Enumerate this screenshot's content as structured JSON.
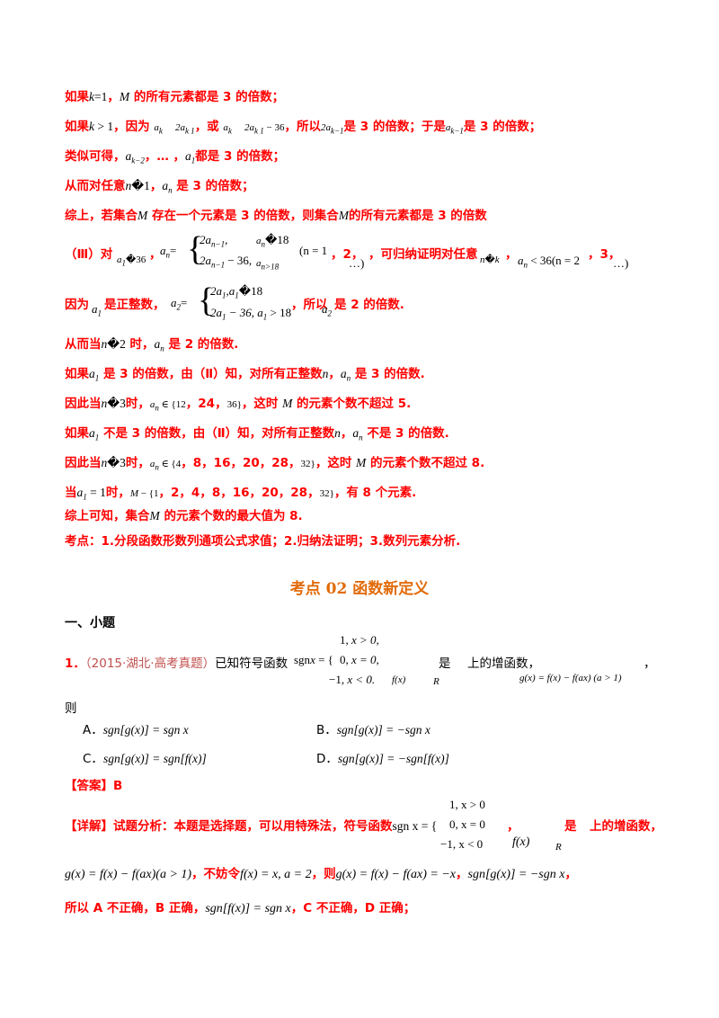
{
  "proof": {
    "l1": {
      "a": "如果",
      "m1": "k",
      "m2": "=1",
      "b": "，",
      "m3": "M",
      "c": " 的所有元素都是 3 的倍数；"
    },
    "l2": {
      "a": "如果",
      "m1": "k",
      "m2": " > 1",
      "b": "，因为",
      "m3": "a",
      "m3s": "k",
      "m4": "2a",
      "m4s": "k 1",
      "c": "，或",
      "m5": "a",
      "m5s": "k",
      "m6": "2a",
      "m6s": "k 1",
      "m6b": " − 36",
      "d": "，所以",
      "m7": "2a",
      "m7s": "k−1",
      "e": "是 3 的倍数；于是",
      "m8": "a",
      "m8s": "k−1",
      "f": "是 3 的倍数；"
    },
    "l3": {
      "a": "类似可得，",
      "m1": "a",
      "m1s": "k−2",
      "b": "，… ，",
      "m2": "a",
      "m2s": "1",
      "c": "都是 3 的倍数；"
    },
    "l4": {
      "a": "从而对任意",
      "m1": "n",
      "m2": "�1",
      "b": "，",
      "m3": "a",
      "m3s": "n",
      "c": " 是 3 的倍数；"
    },
    "l5": {
      "a": "综上，若集合",
      "m1": "M",
      "b": " 存在一个元素是 3 的倍数，则集合",
      "m2": "M",
      "c": "的所有元素都是 3 的倍数"
    },
    "l6": {
      "a": "（Ⅲ）对",
      "m1": "a",
      "m1s": "1",
      "m1b": "�36",
      "b": "，",
      "m2": "a",
      "m2s": "n",
      "m3": "=",
      "r1a": "2a",
      "r1as": "n−1",
      "r1b": ",",
      "r1c": "a",
      "r1cs": "n",
      "r1d": "�18",
      "r2a": "2a",
      "r2as": "n−1",
      "r2b": " − 36,",
      "r2c": "a",
      "r2cs": "n>18",
      "m4": "(n = 1",
      "c": "，2，",
      "d": "…)",
      "e": "，可归纳证明对任意",
      "m5": "n",
      "m5b": "�",
      "m5c": "k",
      "f": "，",
      "m6": "a",
      "m6s": "n",
      "m6b": " < 36(n = 2",
      "g": "，3，",
      "h": "…)"
    },
    "l7": {
      "a": "因为",
      "m1": "a",
      "m1s": "1",
      "b": " 是正整数，",
      "m2": "a",
      "m2s": "2",
      "m3": "=",
      "r1": "2a",
      "r1s": "1",
      "r1b": ",a",
      "r1bs": "1",
      "r1c": "�18",
      "r2": "2a",
      "r2s": "1",
      "r2b": " − 36, a",
      "r2bs": "1",
      "r2c": " > 18",
      "c": "，所以",
      "m4": "a",
      "m4s": "2",
      "d": " 是 2 的倍数."
    },
    "l8": {
      "a": "从而当",
      "m1": "n",
      "m2": "�2",
      "b": " 时，",
      "m3": "a",
      "m3s": "n",
      "c": " 是 2 的倍数."
    },
    "l9": {
      "a": "如果",
      "m1": "a",
      "m1s": "1",
      "b": " 是 3 的倍数，由（Ⅱ）知，对所有正整数",
      "m2": "n",
      "c": "，",
      "m3": "a",
      "m3s": "n",
      "d": " 是 3 的倍数."
    },
    "l10": {
      "a": "因此当",
      "m1": "n",
      "m2": "�3",
      "b": "时，",
      "m3": "a",
      "m3s": "n",
      "m3b": " ∈ {12",
      "c": "，24，",
      "m4": "36}",
      "d": "，这时 ",
      "m5": "M",
      "e": " 的元素个数不超过 5."
    },
    "l11": {
      "a": "如果",
      "m1": "a",
      "m1s": "1",
      "b": " 不是 3 的倍数，由（Ⅱ）知，对所有正整数",
      "m2": "n",
      "c": "，",
      "m3": "a",
      "m3s": "n",
      "d": " 不是 3 的倍数."
    },
    "l12": {
      "a": "因此当",
      "m1": "n",
      "m2": "�3",
      "b": "时，",
      "m3": "a",
      "m3s": "n",
      "m3b": " ∈ {4",
      "c": "，8，16，20，28，",
      "m4": "32}",
      "d": "，这时 ",
      "m5": "M",
      "e": " 的元素个数不超过 8."
    },
    "l13": {
      "a": "当",
      "m1": "a",
      "m1s": "1",
      "m1b": " = 1",
      "b": "时，",
      "m2": "M",
      "m2b": " − {1",
      "c": "，2，4，8，16，20，28，",
      "m3": "32}",
      "d": "，有 8 个元素."
    },
    "l14": {
      "a": "综上可知，集合",
      "m1": "M",
      "b": " 的元素个数的最大值为 8."
    },
    "l15": {
      "a": "考点：1.分段函数形数列通项公式求值；2.归纳法证明；3.数列元素分析."
    }
  },
  "section": {
    "title": "考点 02  函数新定义",
    "subhead": "一、小题"
  },
  "question": {
    "num": "1．",
    "source": "（2015·湖北·高考真题）",
    "text1": "已知符号函数",
    "sgn": "sgn",
    "x": "x",
    "eq": " = {",
    "p1": "1,",
    "p1x": " x > 0,",
    "p2": "0,",
    "p2x": " x = 0,",
    "p3": "−1,",
    "p3x": " x < 0.",
    "fx": "f(x)",
    "text2": "是",
    "R": "R",
    "text3": "上的增函数，",
    "gdef": "g(x) = f(x) − f(ax) (a > 1)",
    "comma": "，",
    "then": "则"
  },
  "options": [
    {
      "label": "A．",
      "expr": "sgn[g(x)] = sgn x"
    },
    {
      "label": "B．",
      "expr": "sgn[g(x)] = −sgn x"
    },
    {
      "label": "C．",
      "expr": "sgn[g(x)] = sgn[f(x)]"
    },
    {
      "label": "D．",
      "expr": "sgn[g(x)] = −sgn[f(x)]"
    }
  ],
  "answer": {
    "head": "【答案】",
    "value": "B"
  },
  "detail": {
    "head": "【详解】",
    "t1": "试题分析：本题是选择题，可以用特殊法，符号函数",
    "sgnx": "sgn x",
    "eq": " = {",
    "p1": "1, x > 0",
    "p2": "0, x = 0",
    "p3": "−1, x < 0",
    "c1": "，",
    "fx": "f(x)",
    "t2": "是",
    "R": "R",
    "t3": "上的增函数，",
    "g1": "g(x) = f(x) − f(ax)(a > 1)",
    "t4": "，不妨令",
    "g2": "f(x) = x, a = 2",
    "t5": "，则",
    "g3": "g(x) = f(x) − f(ax) = −x",
    "c2": "，",
    "g4": "sgn[g(x)] = −sgn x",
    "c3": "，",
    "t6": "所以 A 不正确，B 正确，",
    "g5": "sgn[f(x)] = sgn x",
    "t7": "，C 不正确，D 正确；"
  }
}
